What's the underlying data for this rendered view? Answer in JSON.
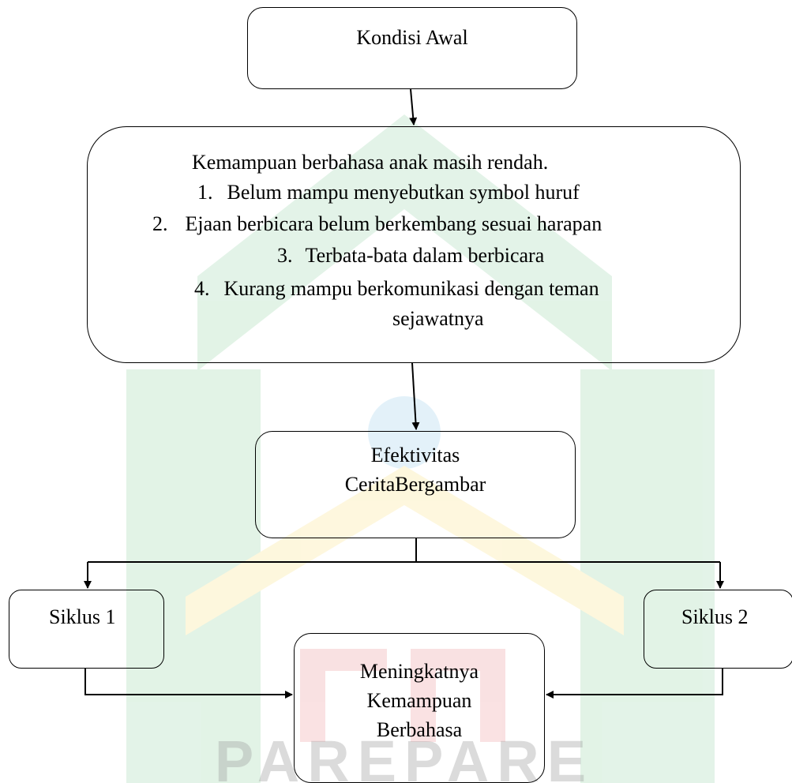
{
  "diagram": {
    "start": {
      "label": "Kondisi Awal"
    },
    "problem": {
      "intro": "Kemampuan berbahasa anak masih rendah.",
      "items": [
        {
          "num": "1.",
          "text": "Belum mampu menyebutkan symbol huruf"
        },
        {
          "num": "2.",
          "text": "Ejaan berbicara belum berkembang sesuai harapan"
        },
        {
          "num": "3.",
          "text": "Terbata-bata dalam berbicara"
        },
        {
          "num": "4.",
          "text": "Kurang mampu berkomunikasi dengan teman"
        }
      ],
      "item4_continued": "sejawatnya"
    },
    "treatment": {
      "line1": "Efektivitas",
      "line2": "CeritaBergambar"
    },
    "cycle1": {
      "label": "Siklus 1"
    },
    "cycle2": {
      "label": "Siklus 2"
    },
    "result": {
      "line1": "Meningkatnya",
      "line2": "Kemampuan",
      "line3": "Berbahasa"
    }
  },
  "watermark": {
    "text": "PAREPARE",
    "colors": {
      "green": "#27a64a",
      "yellow": "#f5c400",
      "red": "#d7202a",
      "blue": "#2f9bd7"
    }
  }
}
